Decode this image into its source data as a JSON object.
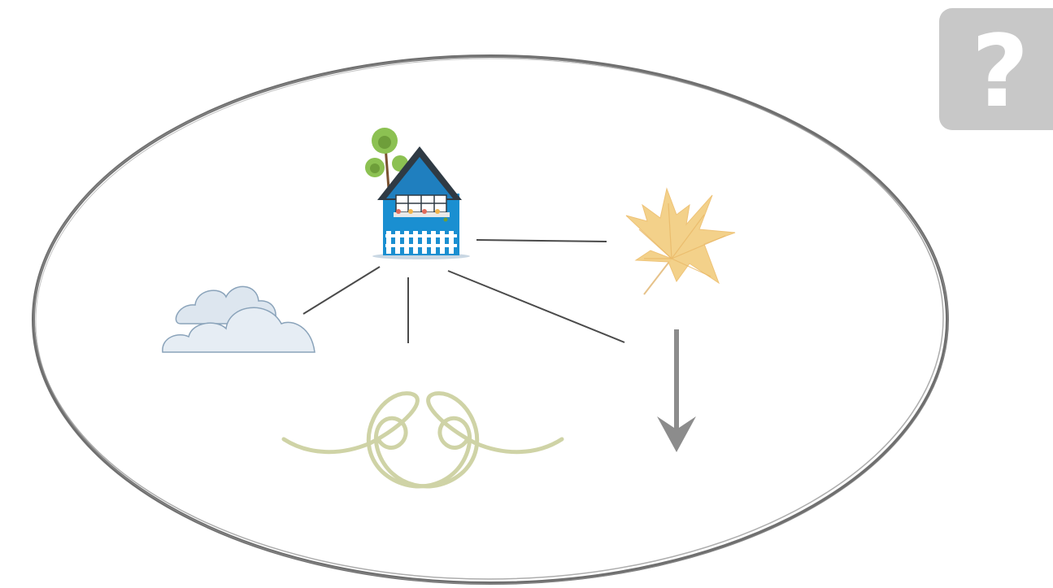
{
  "diagram": {
    "central_node": "house-icon",
    "nodes": [
      {
        "id": "house",
        "icon": "house-icon"
      },
      {
        "id": "cloud",
        "icon": "cloud-icon"
      },
      {
        "id": "leaf",
        "icon": "maple-leaf-icon"
      },
      {
        "id": "swirl",
        "icon": "swirl-ornament-icon"
      },
      {
        "id": "arrow",
        "icon": "down-arrow-icon"
      }
    ]
  },
  "help_button": {
    "icon": "question-mark-icon",
    "glyph": "?"
  },
  "colors": {
    "ellipse": "#6f6f6f",
    "connector": "#4a4a4a",
    "help_bg": "#c8c8c8",
    "house": "#1a8fd1",
    "roof": "#2f3a44",
    "tree": "#8cc152",
    "cloud_fill": "#dde6ef",
    "cloud_stroke": "#8aa3ba",
    "leaf": "#f3cf84",
    "swirl": "#cfd3a6",
    "arrow": "#8c8c8c"
  }
}
